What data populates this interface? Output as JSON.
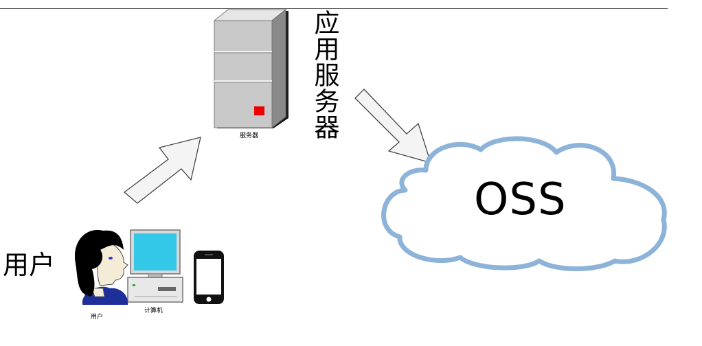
{
  "labels": {
    "server_vertical": "应用服务器",
    "server_caption": "服务器",
    "user": "用户",
    "user_caption": "用户",
    "computer_caption": "计算机",
    "oss": "OSS"
  },
  "colors": {
    "arrow_fill": "#f4f4f4",
    "arrow_stroke": "#444444",
    "cloud_fill": "#ffffff",
    "cloud_stroke": "#8db3d9",
    "server_body": "#c8c8c8",
    "server_side": "#8a8a8a",
    "server_led": "#ee0000",
    "monitor_screen": "#33c8e8",
    "person_hair": "#000000",
    "person_shirt": "#1f2f9a"
  }
}
